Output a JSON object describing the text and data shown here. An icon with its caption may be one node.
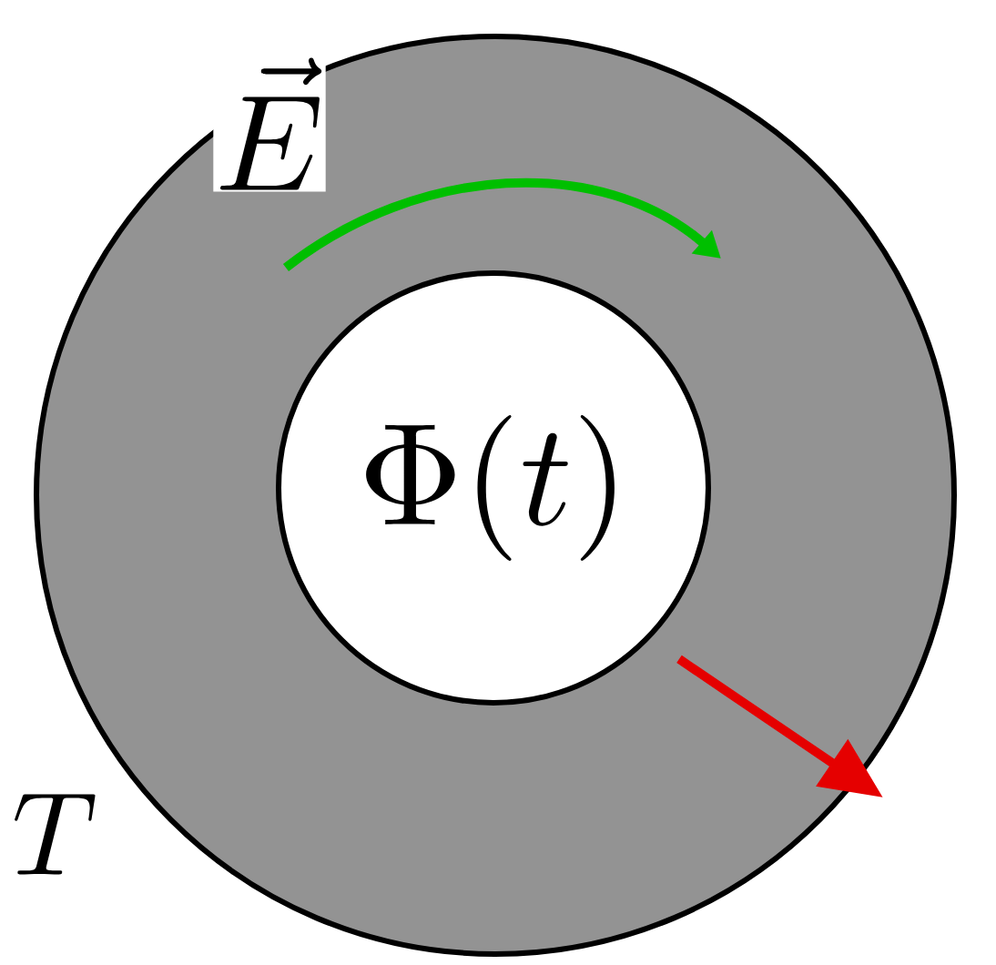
{
  "diagram": {
    "nodes": [
      {
        "text": [],
        "shape": "circle"
      },
      {
        "text": [
          "\\Phi(t)"
        ],
        "in": 0
      }
    ],
    "labels": [
      "\\vec{E}",
      "T"
    ]
  }
}
